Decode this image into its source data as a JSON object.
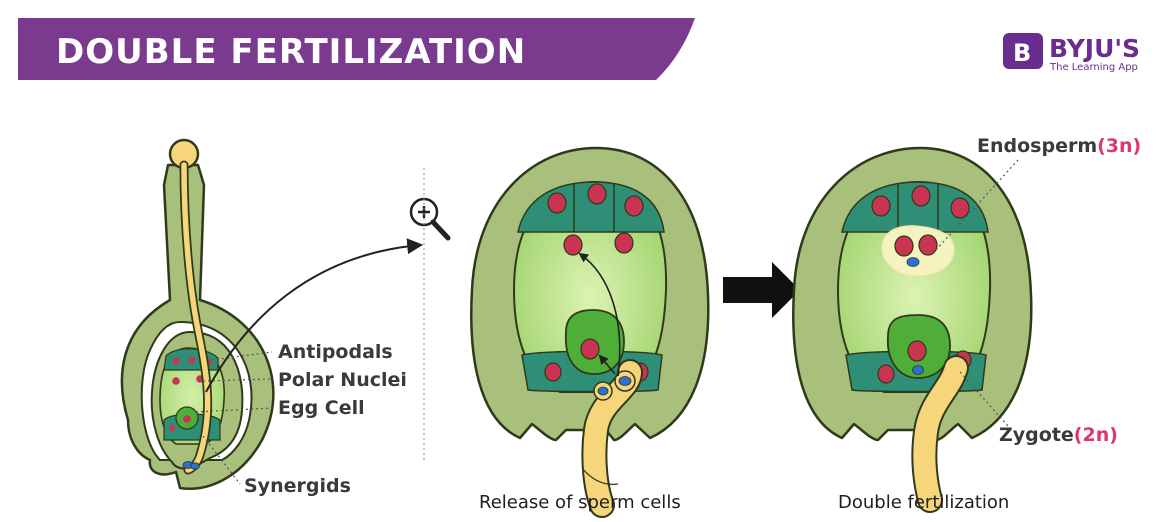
{
  "title": "DOUBLE FERTILIZATION",
  "brand": {
    "name": "BYJU'S",
    "tagline": "The Learning App",
    "logo_letter": "B"
  },
  "colors": {
    "banner": "#7a3b8f",
    "ovule_wall": "#a9bf7c",
    "outline": "#2f3a1a",
    "embryo_sac": "#bfe58d",
    "cell_teal": "#2f8f76",
    "nucleus": "#c93452",
    "egg_green": "#4fae37",
    "pollen_tube": "#f7d57a",
    "sperm_blue": "#2d6fd4",
    "endosperm_cream": "#f4f2bf"
  },
  "labels": {
    "antipodals": "Antipodals",
    "polar_nuclei": "Polar Nuclei",
    "egg_cell": "Egg Cell",
    "synergids": "Synergids",
    "endosperm": "Endosperm",
    "endosperm_ploidy": "(3n)",
    "zygote": "Zygote",
    "zygote_ploidy": "(2n)"
  },
  "captions": {
    "release": "Release of sperm cells",
    "double": "Double fertilization"
  },
  "icons": {
    "zoom": "magnify-plus-icon",
    "arrow": "arrow-right-icon"
  }
}
